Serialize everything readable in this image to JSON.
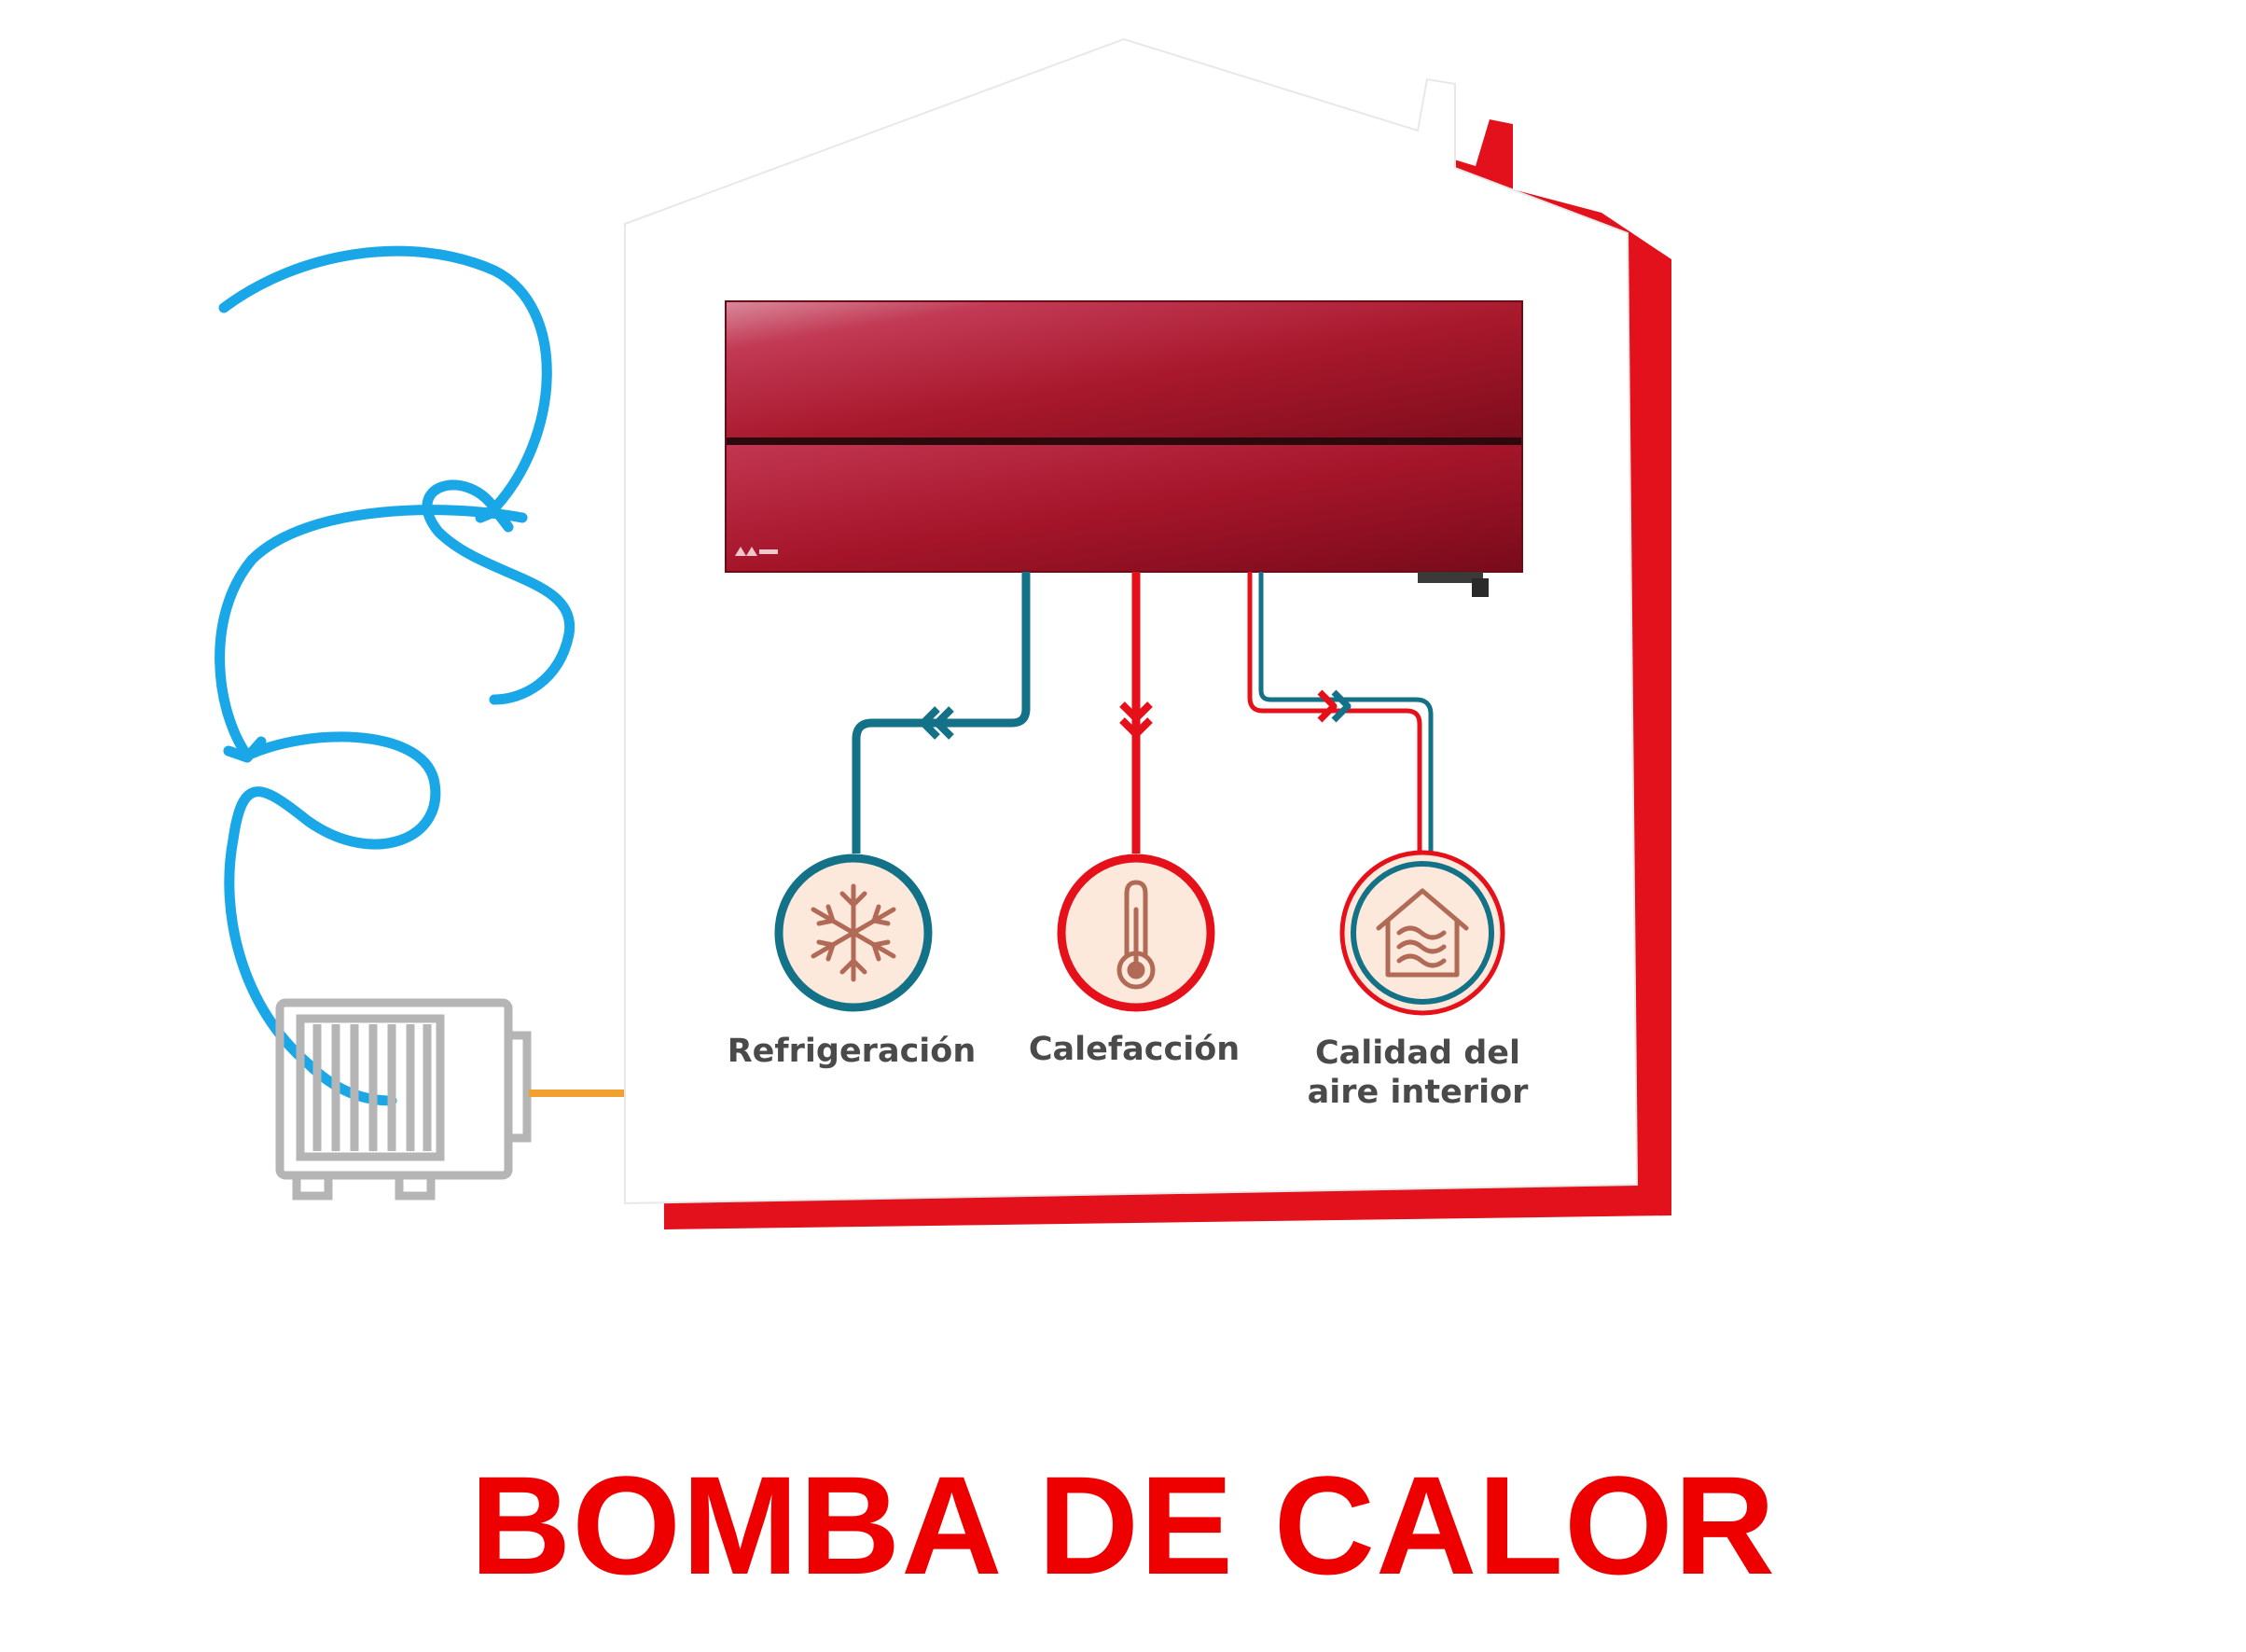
{
  "title": "BOMBA DE CALOR",
  "functions": [
    {
      "icon": "snowflake-icon",
      "label_lines": [
        "Refrigeración"
      ],
      "color": "#137287"
    },
    {
      "icon": "thermometer-icon",
      "label_lines": [
        "Calefacción"
      ],
      "color": "#e5101a"
    },
    {
      "icon": "house-air-icon",
      "label_lines": [
        "Calidad del",
        "aire interior"
      ],
      "color": "#137287"
    }
  ],
  "colors": {
    "title": "#ee0000",
    "cooling": "#137287",
    "heating": "#e5101a",
    "air_flow": "#1aa7e8",
    "refrigerant_line": "#f2a030",
    "indoor_unit": "#a8182c",
    "outdoor_unit": "#b5b5b5",
    "house_shadow": "#e3111b"
  }
}
